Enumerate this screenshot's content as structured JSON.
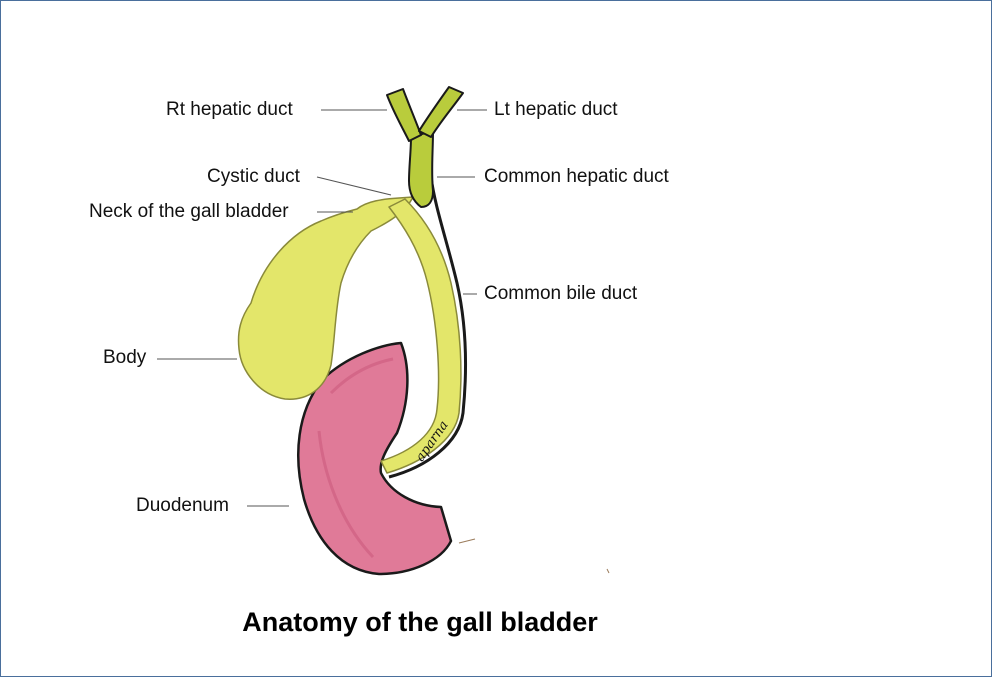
{
  "title": "Anatomy of the gall bladder",
  "labels": {
    "rt_hepatic_duct": "Rt hepatic duct",
    "lt_hepatic_duct": "Lt hepatic duct",
    "cystic_duct": "Cystic duct",
    "common_hepatic_duct": "Common hepatic duct",
    "neck": "Neck of the gall bladder",
    "common_bile_duct": "Common bile duct",
    "body": "Body",
    "duodenum": "Duodenum"
  },
  "signature": "aparna",
  "colors": {
    "bile_yellow": "#e3e66a",
    "duct_green": "#b9cc3c",
    "duodenum_pink": "#e07a98",
    "outline": "#1a1a1a",
    "frame_border": "#4a6f9c"
  }
}
